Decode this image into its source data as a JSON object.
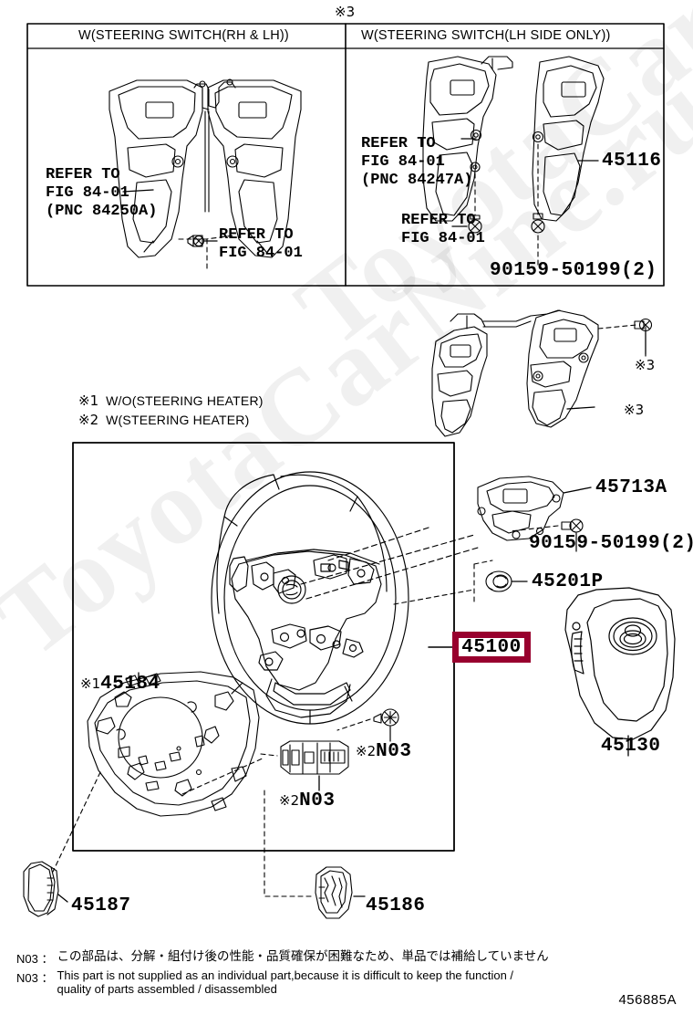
{
  "figure": {
    "top_marker": "※3",
    "code": "456885A"
  },
  "variant_table": {
    "columns": [
      {
        "header": "W(STEERING SWITCH(RH & LH))"
      },
      {
        "header": "W(STEERING SWITCH(LH SIDE ONLY))"
      }
    ],
    "left_cell": {
      "refer_1_line1": "REFER TO",
      "refer_1_line2": "FIG 84-01",
      "refer_1_line3": "(PNC 84250A)",
      "refer_2_line1": "REFER TO",
      "refer_2_line2": "FIG 84-01"
    },
    "right_cell": {
      "refer_1_line1": "REFER TO",
      "refer_1_line2": "FIG 84-01",
      "refer_1_line3": "(PNC 84247A)",
      "refer_2_line1": "REFER TO",
      "refer_2_line2": "FIG 84-01",
      "part_45116": "45116",
      "bolt_part": "90159-50199(2)"
    }
  },
  "legend": {
    "item1_marker": "※1",
    "item1_text": "W/O(STEERING HEATER)",
    "item2_marker": "※2",
    "item2_text": "W(STEERING HEATER)"
  },
  "callouts": {
    "switch_assy_star_top": "※3",
    "switch_assy_star_bottom": "※3",
    "part_45713A": "45713A",
    "bolt_90159": "90159-50199(2)",
    "part_45201P": "45201P",
    "part_45100": "45100",
    "part_45130": "45130",
    "part_45184_marker": "※1",
    "part_45184": "45184",
    "part_45187": "45187",
    "part_45186": "45186",
    "n03_upper_marker": "※2",
    "n03_upper": "N03",
    "n03_lower_marker": "※2",
    "n03_lower": "N03"
  },
  "footer": {
    "note_jp_key": "N03 ：",
    "note_jp_text": "この部品は、分解・組付け後の性能・品質確保が困難なため、単品では補給していません",
    "note_en_key": "N03 ：",
    "note_en_line1": "This part is not supplied as an individual part,because it is difficult to keep the function /",
    "note_en_line2": "quality of parts assembled / disassembled"
  },
  "watermark": {
    "text": "ToyotaCarNine.ru"
  },
  "colors": {
    "highlight": "#98002E",
    "line": "#000000",
    "background": "#FFFFFF"
  }
}
